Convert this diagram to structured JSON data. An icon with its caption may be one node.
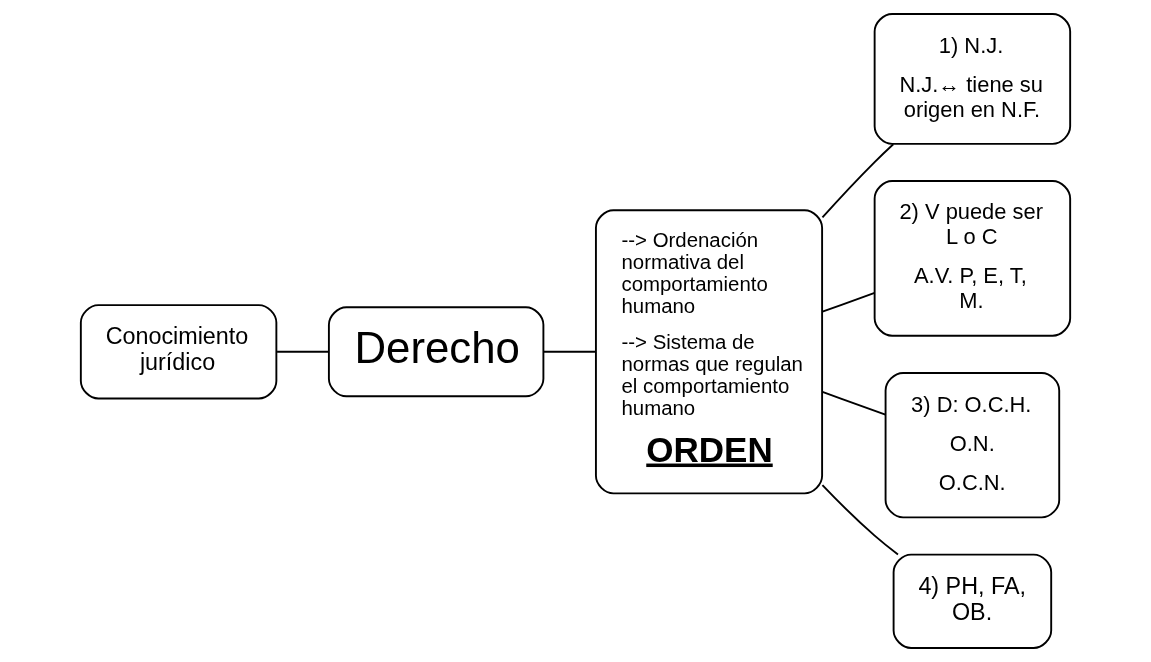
{
  "diagram": {
    "nodes": [
      {
        "text": [
          "Conocimiento jurídico"
        ]
      },
      {
        "text": [
          "Derecho"
        ]
      },
      {
        "text": [
          "--> Ordenación normativa del comportamiento humano",
          "--> Sistema de normas que regulan el comportamiento humano",
          "ORDEN"
        ]
      },
      {
        "text": [
          "1) N.J.",
          "N.J.↔ tiene su origen en N.F."
        ]
      },
      {
        "text": [
          "2) V puede ser L o C",
          "A.V. P, E, T, M."
        ]
      },
      {
        "text": [
          "3) D: O.C.H.",
          "O.N.",
          "O.C.N."
        ]
      },
      {
        "text": [
          "4) PH, FA, OB."
        ]
      }
    ],
    "edges": [
      {
        "from": 0,
        "to": 1,
        "arrow": "none"
      },
      {
        "from": 1,
        "to": 2,
        "arrow": "none"
      },
      {
        "from": 2,
        "to": 3,
        "arrow": "none"
      },
      {
        "from": 2,
        "to": 4,
        "arrow": "none"
      },
      {
        "from": 2,
        "to": 5,
        "arrow": "none"
      },
      {
        "from": 2,
        "to": 6,
        "arrow": "none"
      }
    ]
  }
}
